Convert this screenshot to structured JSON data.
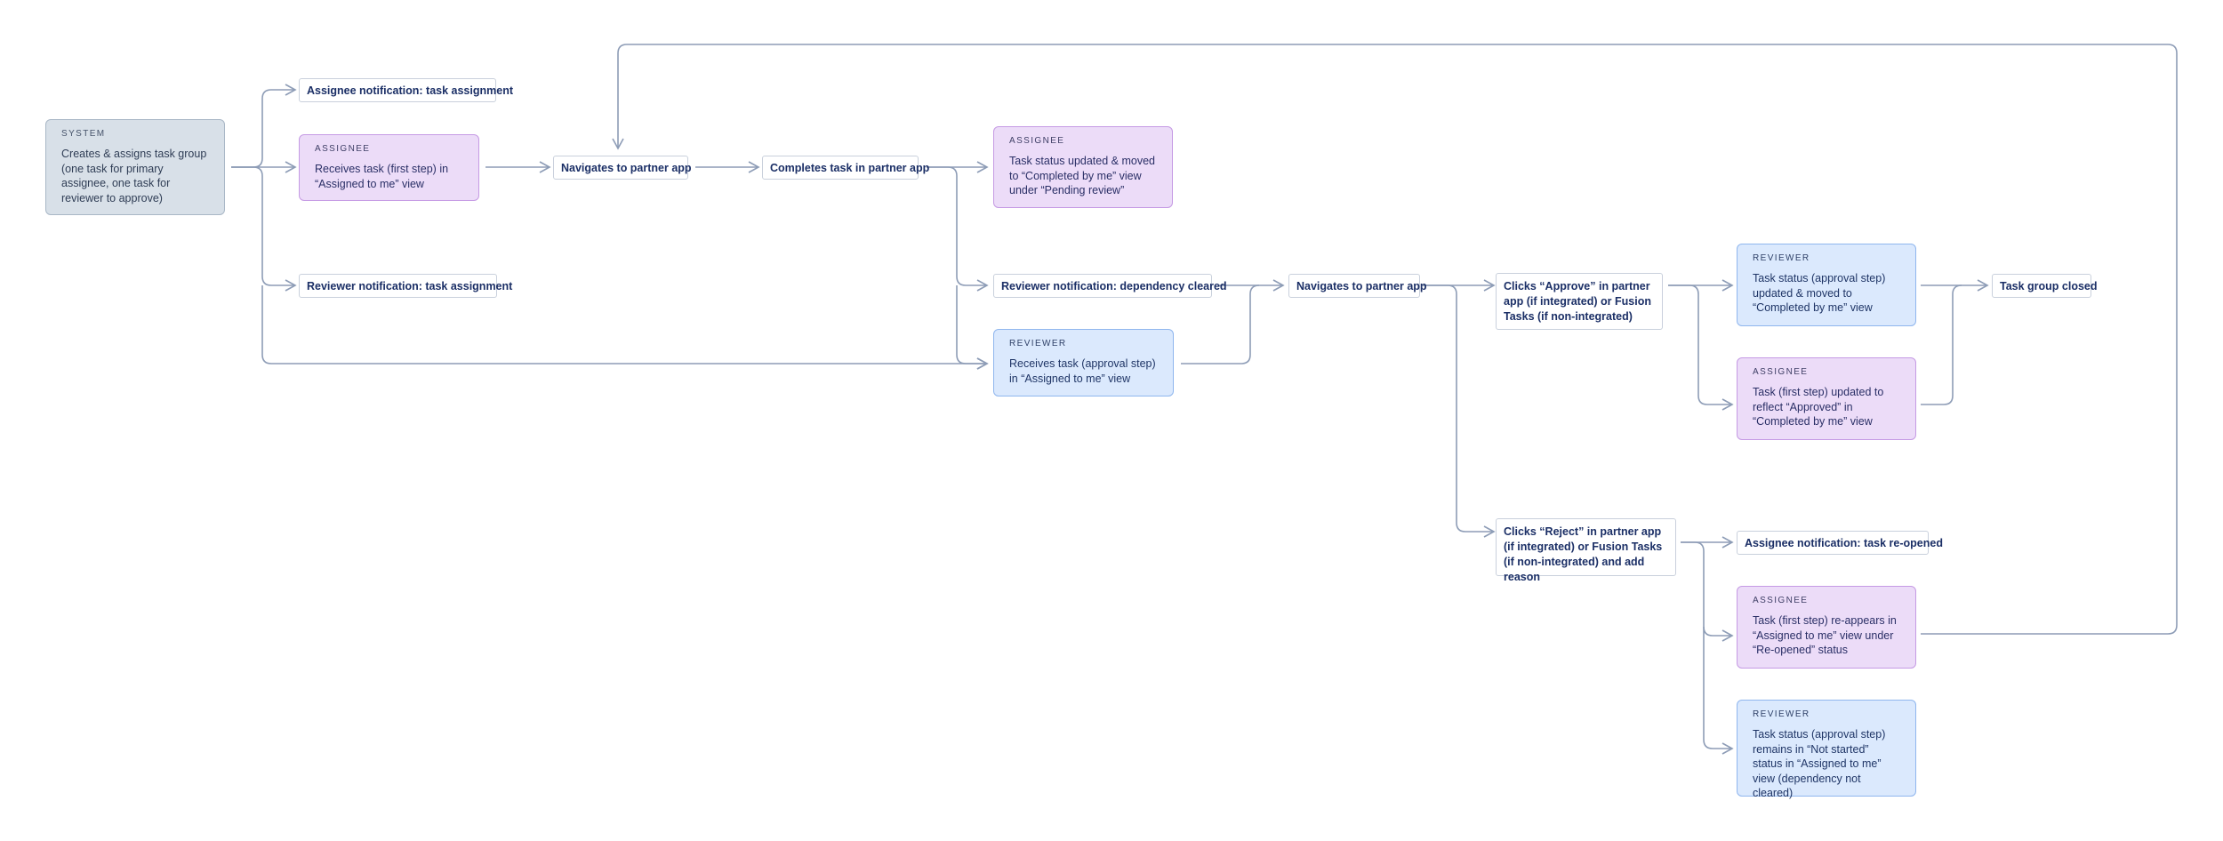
{
  "colors": {
    "connector": "#8d9cb6",
    "system_fill": "#d8e0e8",
    "assignee_fill": "#ecdcf8",
    "reviewer_fill": "#dbe9fd",
    "chip_border": "#c9d0dc"
  },
  "system": {
    "role": "SYSTEM",
    "text": "Creates & assigns task group (one task for primary assignee, one task for reviewer to approve)"
  },
  "notifications": {
    "assignee_task_assignment": "Assignee notification: task assignment",
    "reviewer_task_assignment": "Reviewer notification: task assignment",
    "reviewer_dependency_cleared": "Reviewer notification: dependency cleared",
    "assignee_task_reopened": "Assignee notification: task re-opened"
  },
  "assignee_receives": {
    "role": "ASSIGNEE",
    "text": "Receives task (first step) in “Assigned to me” view"
  },
  "navigate_1": "Navigates to partner app",
  "completes": "Completes task in partner app",
  "assignee_completed": {
    "role": "ASSIGNEE",
    "text": "Task status updated & moved to “Completed by me” view under “Pending review”"
  },
  "reviewer_receives": {
    "role": "REVIEWER",
    "text": "Receives task (approval step) in “Assigned to me” view"
  },
  "navigate_2": "Navigates to partner app",
  "approve": "Clicks “Approve” in partner app (if integrated) or Fusion Tasks (if non-integrated)",
  "reject": "Clicks “Reject” in partner app (if integrated) or Fusion Tasks (if non-integrated) and add reason",
  "reviewer_completed": {
    "role": "REVIEWER",
    "text": "Task status (approval step) updated & moved to “Completed by me” view"
  },
  "assignee_approved": {
    "role": "ASSIGNEE",
    "text": "Task (first step) updated to reflect “Approved” in “Completed by me” view"
  },
  "task_group_closed": "Task group closed",
  "assignee_reopened": {
    "role": "ASSIGNEE",
    "text": "Task (first step) re-appears in “Assigned to me” view under “Re-opened” status"
  },
  "reviewer_not_started": {
    "role": "REVIEWER",
    "text": "Task status (approval step) remains in “Not started” status in “Assigned to me” view (dependency not cleared)"
  }
}
